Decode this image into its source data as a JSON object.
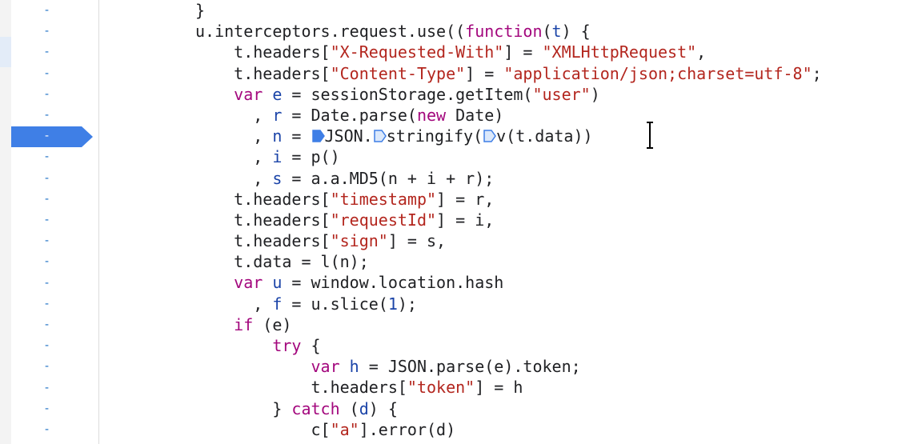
{
  "gutter": {
    "marks": [
      "-",
      "-",
      "-",
      "-",
      "-",
      "-",
      "-",
      "-",
      "-",
      "-",
      "-",
      "-",
      "-",
      "-",
      "-",
      "-",
      "-",
      "-",
      "-",
      "-",
      "-"
    ],
    "breakpoint_line_index": 6
  },
  "code": {
    "lines": [
      [
        {
          "t": "}",
          "c": "op"
        }
      ],
      [
        {
          "t": "u.interceptors.request.use((",
          "c": "op"
        },
        {
          "t": "function",
          "c": "kw"
        },
        {
          "t": "(",
          "c": "op"
        },
        {
          "t": "t",
          "c": "var"
        },
        {
          "t": ") {",
          "c": "op"
        }
      ],
      [
        {
          "t": "    t.headers[",
          "c": "op"
        },
        {
          "t": "\"X-Requested-With\"",
          "c": "str"
        },
        {
          "t": "] = ",
          "c": "op"
        },
        {
          "t": "\"XMLHttpRequest\"",
          "c": "str"
        },
        {
          "t": ",",
          "c": "op"
        }
      ],
      [
        {
          "t": "    t.headers[",
          "c": "op"
        },
        {
          "t": "\"Content-Type\"",
          "c": "str"
        },
        {
          "t": "] = ",
          "c": "op"
        },
        {
          "t": "\"application/json;charset=utf-8\"",
          "c": "str"
        },
        {
          "t": ";",
          "c": "op"
        }
      ],
      [
        {
          "t": "    ",
          "c": "op"
        },
        {
          "t": "var",
          "c": "kw"
        },
        {
          "t": " ",
          "c": "op"
        },
        {
          "t": "e",
          "c": "var"
        },
        {
          "t": " = sessionStorage.getItem(",
          "c": "op"
        },
        {
          "t": "\"user\"",
          "c": "str"
        },
        {
          "t": ")",
          "c": "op"
        }
      ],
      [
        {
          "t": "      , ",
          "c": "op"
        },
        {
          "t": "r",
          "c": "var"
        },
        {
          "t": " = Date.parse(",
          "c": "op"
        },
        {
          "t": "new",
          "c": "kw"
        },
        {
          "t": " Date)",
          "c": "op"
        }
      ],
      [
        {
          "t": "      , ",
          "c": "op"
        },
        {
          "t": "n",
          "c": "var"
        },
        {
          "t": " = ",
          "c": "op"
        },
        {
          "bp": "filled"
        },
        {
          "t": "JSON.",
          "c": "op"
        },
        {
          "bp": "outline"
        },
        {
          "t": "stringify(",
          "c": "op"
        },
        {
          "bp": "outline"
        },
        {
          "t": "v(t.data))",
          "c": "op"
        }
      ],
      [
        {
          "t": "      , ",
          "c": "op"
        },
        {
          "t": "i",
          "c": "var"
        },
        {
          "t": " = p()",
          "c": "op"
        }
      ],
      [
        {
          "t": "      , ",
          "c": "op"
        },
        {
          "t": "s",
          "c": "var"
        },
        {
          "t": " = a.a.MD5(n + i + r);",
          "c": "op"
        }
      ],
      [
        {
          "t": "    t.headers[",
          "c": "op"
        },
        {
          "t": "\"timestamp\"",
          "c": "str"
        },
        {
          "t": "] = r,",
          "c": "op"
        }
      ],
      [
        {
          "t": "    t.headers[",
          "c": "op"
        },
        {
          "t": "\"requestId\"",
          "c": "str"
        },
        {
          "t": "] = i,",
          "c": "op"
        }
      ],
      [
        {
          "t": "    t.headers[",
          "c": "op"
        },
        {
          "t": "\"sign\"",
          "c": "str"
        },
        {
          "t": "] = s,",
          "c": "op"
        }
      ],
      [
        {
          "t": "    t.data = l(n);",
          "c": "op"
        }
      ],
      [
        {
          "t": "    ",
          "c": "op"
        },
        {
          "t": "var",
          "c": "kw"
        },
        {
          "t": " ",
          "c": "op"
        },
        {
          "t": "u",
          "c": "var"
        },
        {
          "t": " = window.location.hash",
          "c": "op"
        }
      ],
      [
        {
          "t": "      , ",
          "c": "op"
        },
        {
          "t": "f",
          "c": "var"
        },
        {
          "t": " = u.slice(",
          "c": "op"
        },
        {
          "t": "1",
          "c": "num"
        },
        {
          "t": ");",
          "c": "op"
        }
      ],
      [
        {
          "t": "    ",
          "c": "op"
        },
        {
          "t": "if",
          "c": "kw"
        },
        {
          "t": " (e)",
          "c": "op"
        }
      ],
      [
        {
          "t": "        ",
          "c": "op"
        },
        {
          "t": "try",
          "c": "kw"
        },
        {
          "t": " {",
          "c": "op"
        }
      ],
      [
        {
          "t": "            ",
          "c": "op"
        },
        {
          "t": "var",
          "c": "kw"
        },
        {
          "t": " ",
          "c": "op"
        },
        {
          "t": "h",
          "c": "var"
        },
        {
          "t": " = JSON.parse(e).token;",
          "c": "op"
        }
      ],
      [
        {
          "t": "            t.headers[",
          "c": "op"
        },
        {
          "t": "\"token\"",
          "c": "str"
        },
        {
          "t": "] = h",
          "c": "op"
        }
      ],
      [
        {
          "t": "        } ",
          "c": "op"
        },
        {
          "t": "catch",
          "c": "kw"
        },
        {
          "t": " (",
          "c": "op"
        },
        {
          "t": "d",
          "c": "var"
        },
        {
          "t": ") {",
          "c": "op"
        }
      ],
      [
        {
          "t": "            c[",
          "c": "op"
        },
        {
          "t": "\"a\"",
          "c": "str"
        },
        {
          "t": "].error(d)",
          "c": "op"
        }
      ]
    ]
  },
  "colors": {
    "breakpoint": "#3f7fe6",
    "keyword": "#a3077d",
    "string": "#b3261e",
    "variable": "#1b44a8"
  },
  "icons": [
    "breakpoint-marker-icon",
    "inline-breakpoint-filled-icon",
    "inline-breakpoint-outline-icon",
    "text-cursor-icon"
  ]
}
